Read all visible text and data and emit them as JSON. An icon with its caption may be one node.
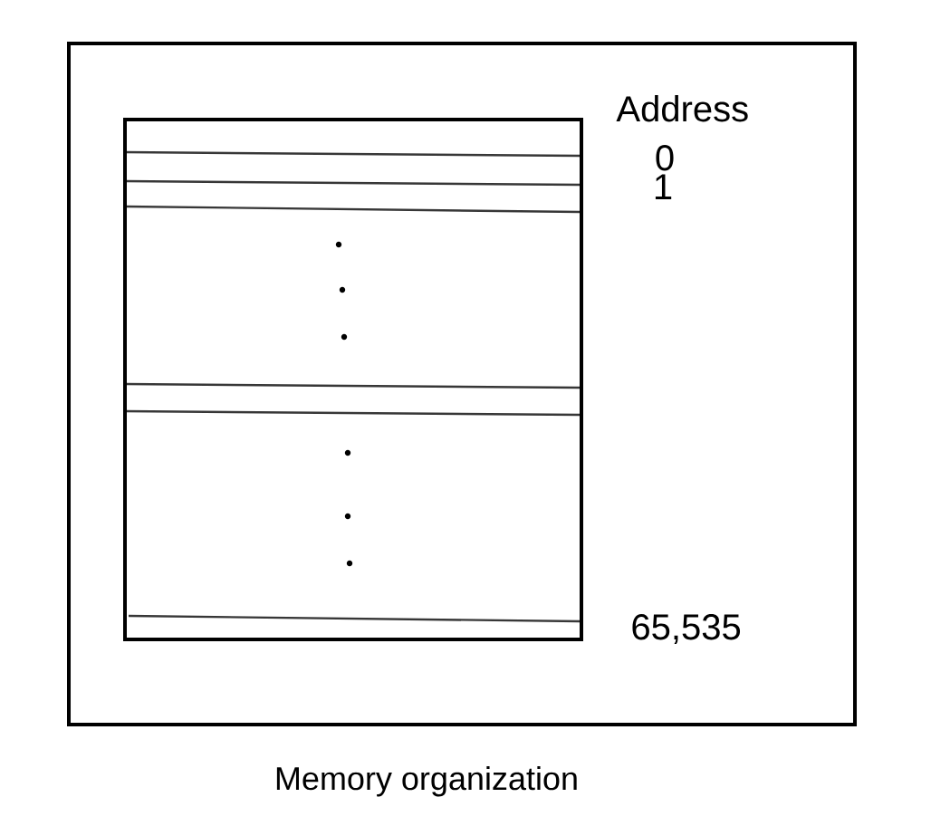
{
  "diagram": {
    "caption": "Memory organization",
    "nodes": [
      {
        "text": [],
        "shape": "box",
        "beside": [
          "Address",
          "0",
          "1",
          "65,535"
        ]
      }
    ]
  }
}
